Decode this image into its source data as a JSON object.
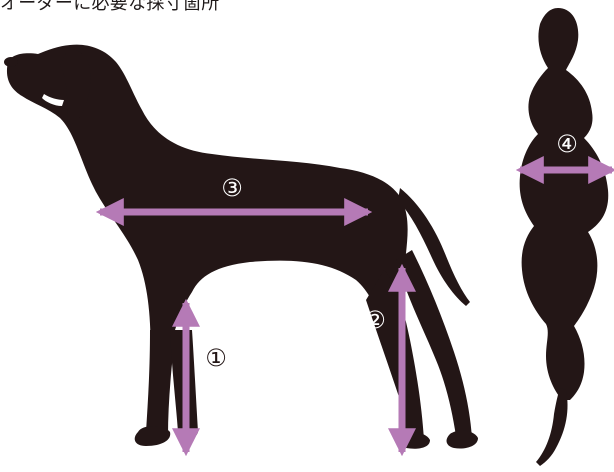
{
  "title": "オーダーに必要な採寸箇所",
  "markers": {
    "m1": "①",
    "m2": "②",
    "m3": "③",
    "m4": "④"
  },
  "colors": {
    "silhouette": "#231616",
    "arrow": "#b57ab6",
    "text": "#1f1a1a",
    "background": "#ffffff"
  }
}
